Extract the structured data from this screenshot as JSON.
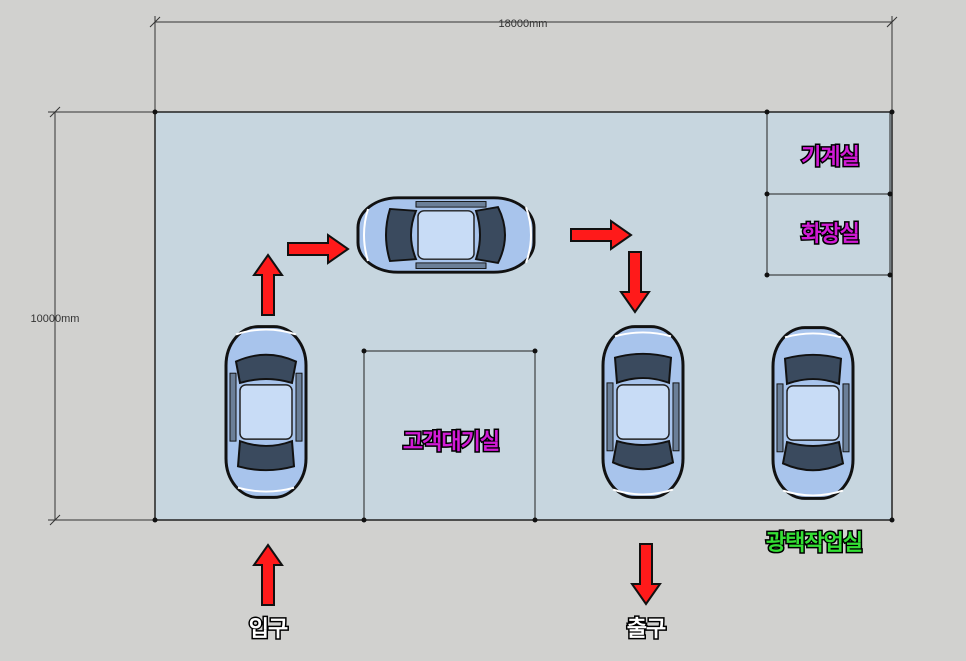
{
  "dimensions": {
    "width_label": "18000mm",
    "height_label": "10000mm"
  },
  "rooms": {
    "machine_room": "기계실",
    "restroom": "화장실",
    "customer_lounge": "고객대기실",
    "polishing_room": "광택작업실"
  },
  "doors": {
    "entrance": "입구",
    "exit": "출구"
  },
  "colors": {
    "background": "#d1d1cf",
    "floor": "#c7d6df",
    "room_label": "#d21ad6",
    "polish_label": "#35e035",
    "arrow": "#ff1a1a",
    "car_body": "#a8c4ec"
  },
  "icons": [
    "car-icon",
    "arrow-icon"
  ]
}
